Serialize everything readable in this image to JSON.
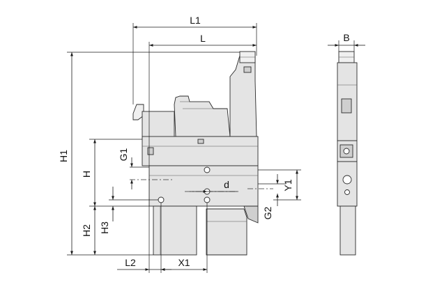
{
  "labels": {
    "L1": "L1",
    "L": "L",
    "B": "B",
    "H1": "H1",
    "H": "H",
    "G1": "G1",
    "H2": "H2",
    "H3": "H3",
    "d": "d",
    "Y1": "Y1",
    "G2": "G2",
    "L2": "L2",
    "X1": "X1"
  }
}
